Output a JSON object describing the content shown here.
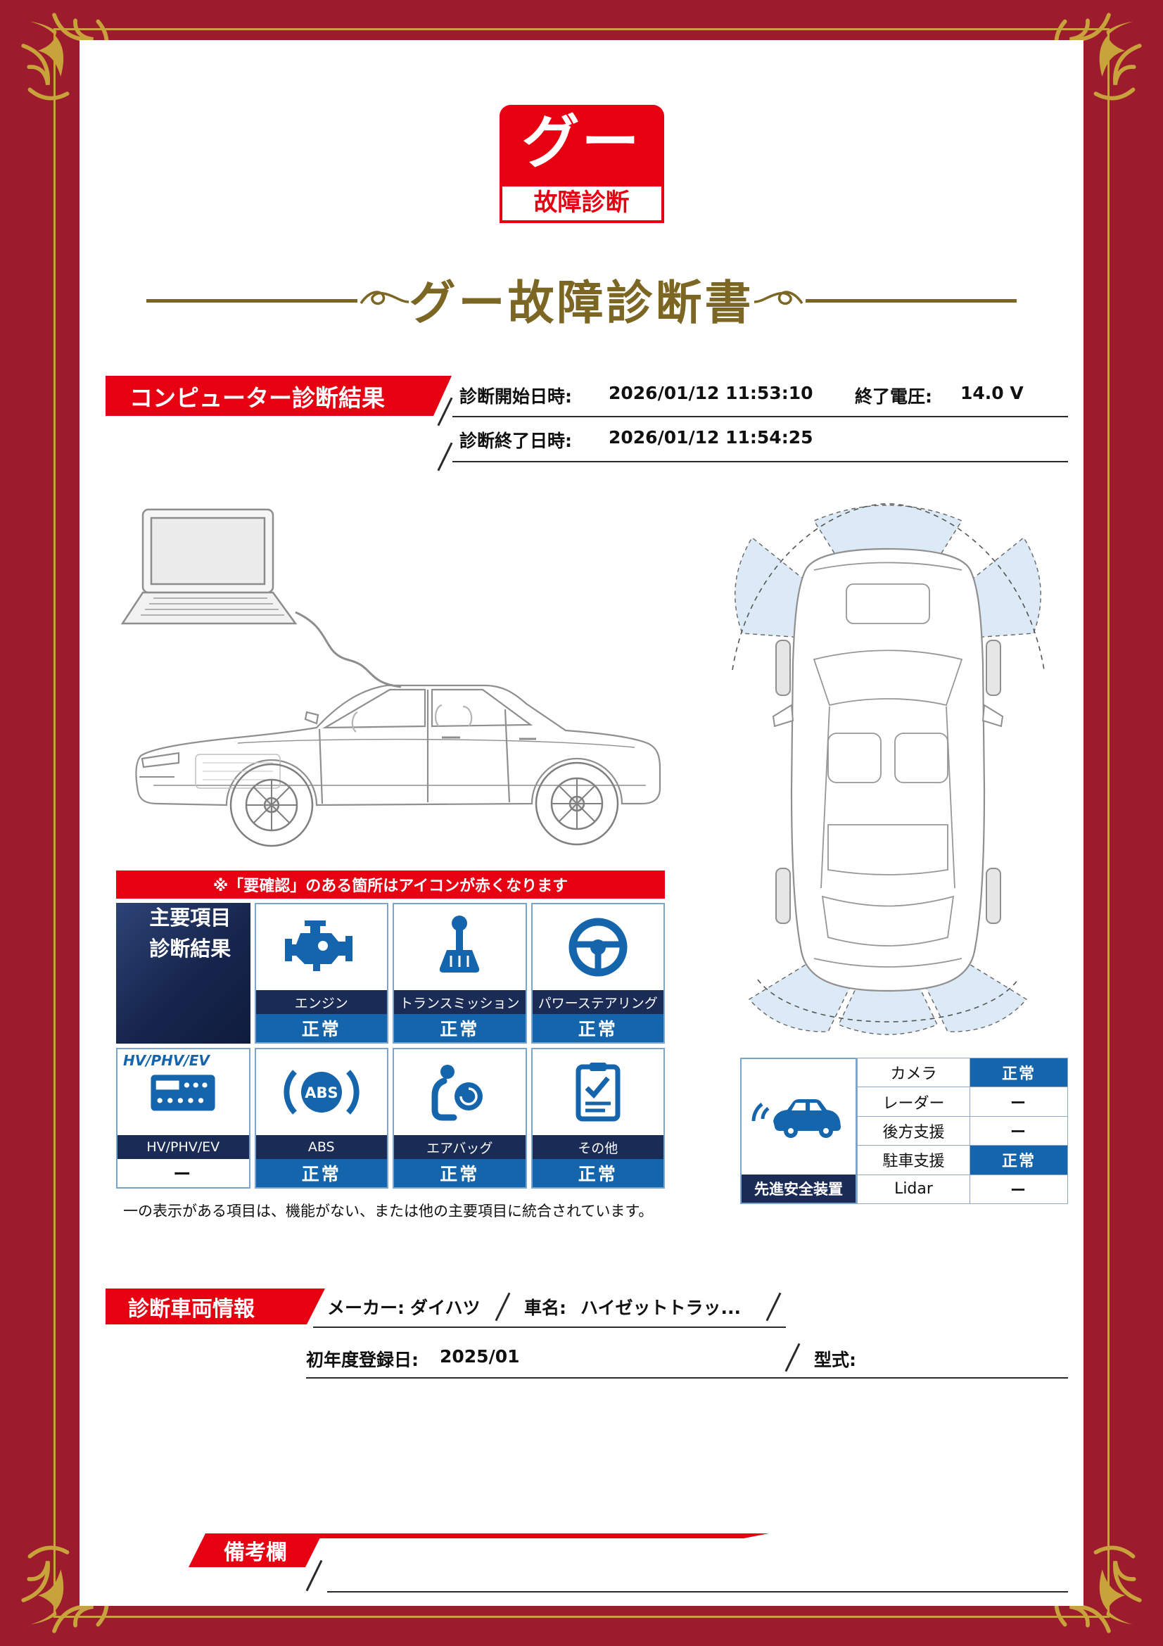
{
  "logo": {
    "main": "グー",
    "sub": "故障診断"
  },
  "title": "グー故障診断書",
  "computer": {
    "header": "コンピューター診断結果",
    "start_label": "診断開始日時:",
    "start_value": "2026/01/12 11:53:10",
    "voltage_label": "終了電圧:",
    "voltage_value": "14.0 V",
    "end_label": "診断終了日時:",
    "end_value": "2026/01/12 11:54:25"
  },
  "alert_note": "※「要確認」のある箇所はアイコンが赤くなります",
  "main_grid": {
    "title_line1": "主要項目",
    "title_line2": "診断結果",
    "hv_header": "HV/PHV/EV",
    "abs_icon_text": "ABS",
    "items": [
      {
        "label": "エンジン",
        "status": "正常"
      },
      {
        "label": "トランスミッション",
        "status": "正常"
      },
      {
        "label": "パワーステアリング",
        "status": "正常"
      },
      {
        "label": "HV/PHV/EV",
        "status": "ー"
      },
      {
        "label": "ABS",
        "status": "正常"
      },
      {
        "label": "エアバッグ",
        "status": "正常"
      },
      {
        "label": "その他",
        "status": "正常"
      }
    ],
    "footnote": "一の表示がある項目は、機能がない、または他の主要項目に統合されています。"
  },
  "safety": {
    "label": "先進安全装置",
    "rows": [
      {
        "name": "カメラ",
        "status": "正常"
      },
      {
        "name": "レーダー",
        "status": "ー"
      },
      {
        "name": "後方支援",
        "status": "ー"
      },
      {
        "name": "駐車支援",
        "status": "正常"
      },
      {
        "name": "Lidar",
        "status": "ー"
      }
    ]
  },
  "vehicle": {
    "header": "診断車両情報",
    "maker_label": "メーカー:",
    "maker_value": "ダイハツ",
    "car_label": "車名:",
    "car_value": "ハイゼットトラッ...",
    "reg_label": "初年度登録日:",
    "reg_value": "2025/01",
    "model_label": "型式:"
  },
  "remarks": {
    "header": "備考欄"
  },
  "colors": {
    "accent_red": "#e60012",
    "frame_maroon": "#9c1b2d",
    "navy": "#1a2b55",
    "blue": "#1565ad",
    "gold": "#c8a23b",
    "title_bronze": "#7c6623"
  }
}
